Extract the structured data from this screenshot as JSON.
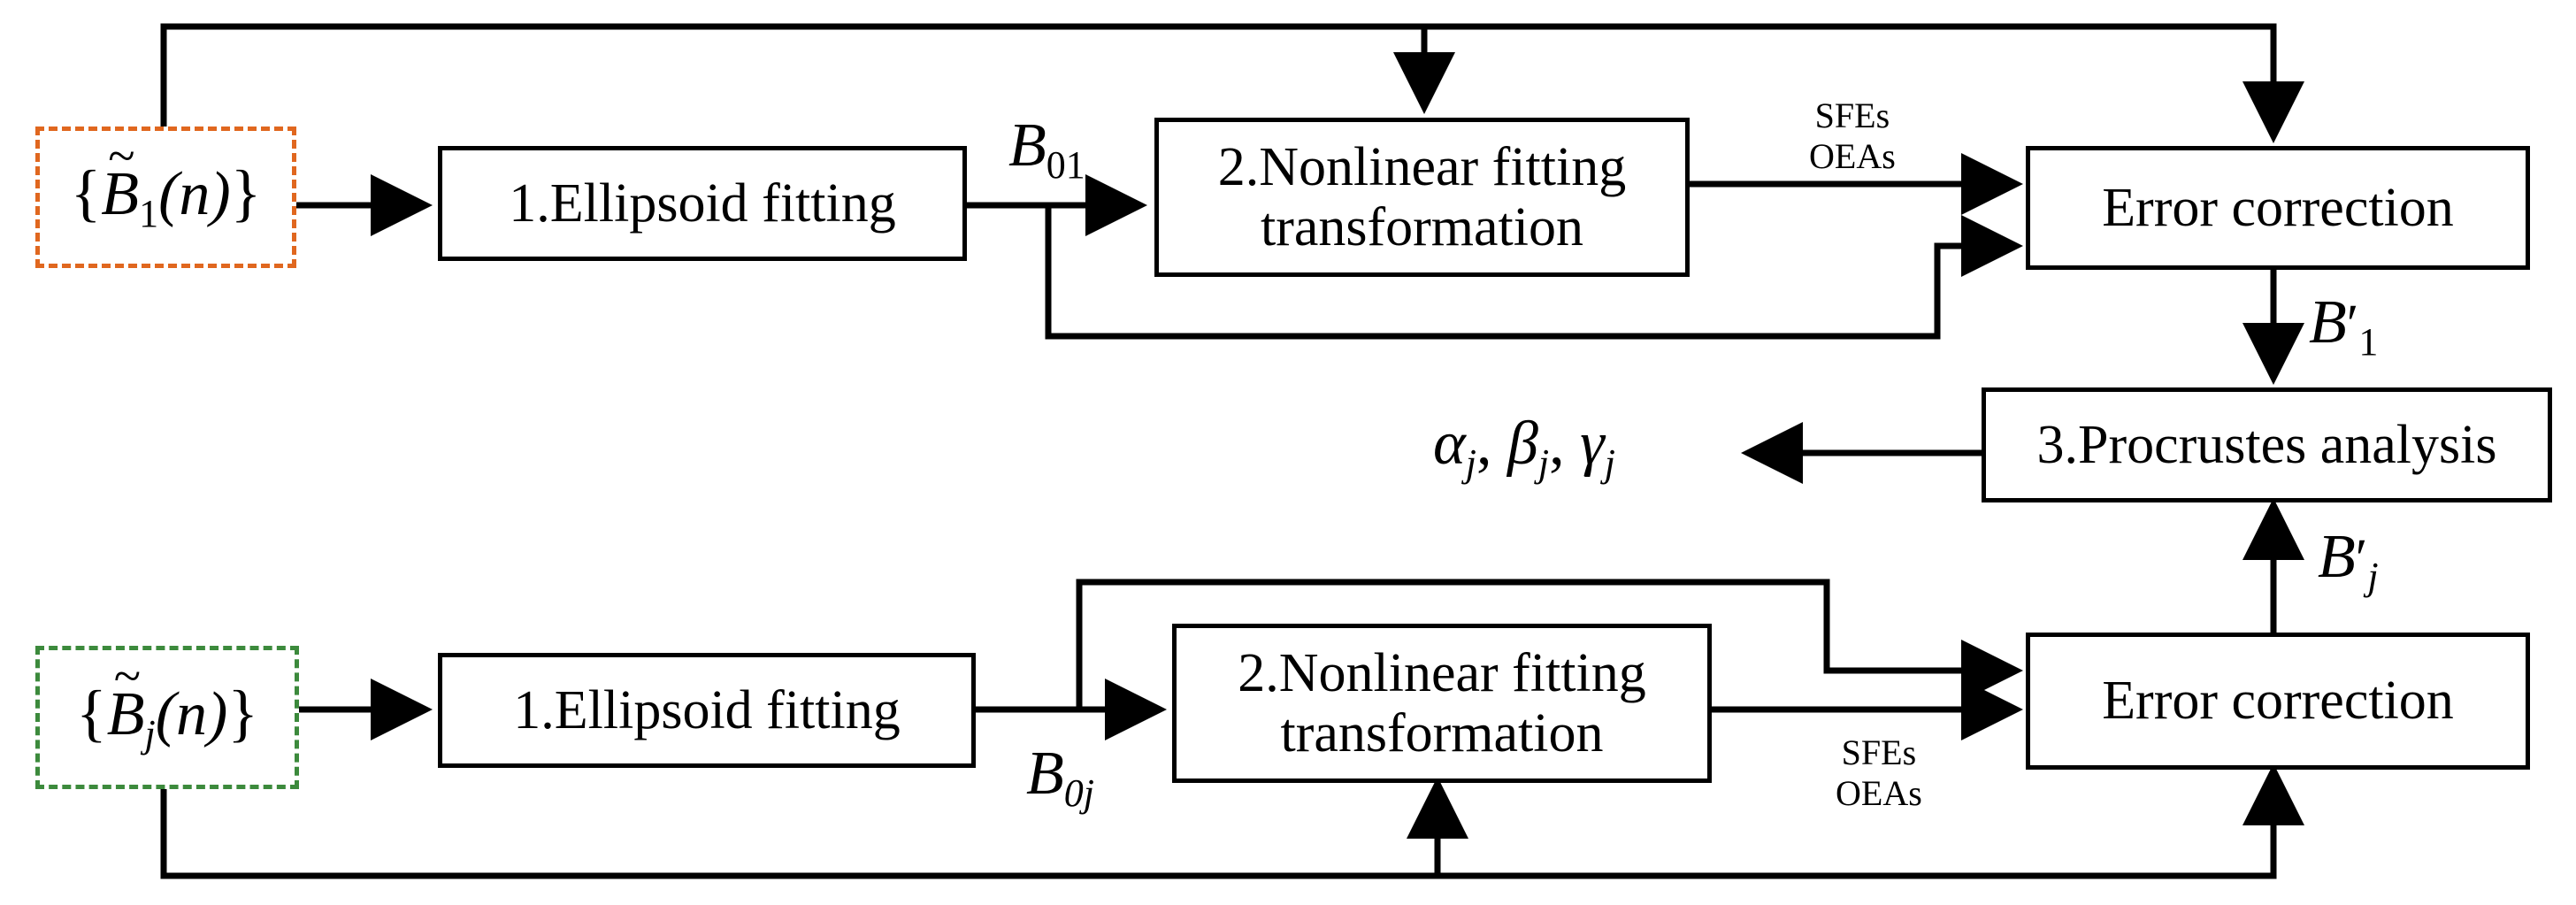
{
  "inputs": {
    "top": {
      "brace_open": "{",
      "symbol": "B",
      "subscript": "1",
      "arg": "(n)",
      "brace_close": "}"
    },
    "bottom": {
      "brace_open": "{",
      "symbol": "B",
      "subscript": "j",
      "arg": "(n)",
      "brace_close": "}"
    }
  },
  "top_row": {
    "ellipsoid_label": "1.Ellipsoid fitting",
    "nonlinear_line1": "2.Nonlinear fitting",
    "nonlinear_line2": "transformation",
    "error_label": "Error correction",
    "b0_symbol": "B",
    "b0_sub": "01",
    "sfes": "SFEs",
    "oeas": "OEAs",
    "bprime_symbol": "B",
    "bprime_mark": "′",
    "bprime_sub": "1"
  },
  "bottom_row": {
    "ellipsoid_label": "1.Ellipsoid fitting",
    "nonlinear_line1": "2.Nonlinear fitting",
    "nonlinear_line2": "transformation",
    "error_label": "Error correction",
    "b0_symbol": "B",
    "b0_sub": "0j",
    "sfes": "SFEs",
    "oeas": "OEAs",
    "bprime_symbol": "B",
    "bprime_mark": "′",
    "bprime_sub": "j"
  },
  "procrustes_label": "3.Procrustes analysis",
  "output": {
    "alpha": "α",
    "beta": "β",
    "gamma": "γ",
    "sub": "j",
    "sep": ","
  },
  "colors": {
    "line": "#000000",
    "top_input_border": "#e0671f",
    "bottom_input_border": "#3c8a3c"
  }
}
